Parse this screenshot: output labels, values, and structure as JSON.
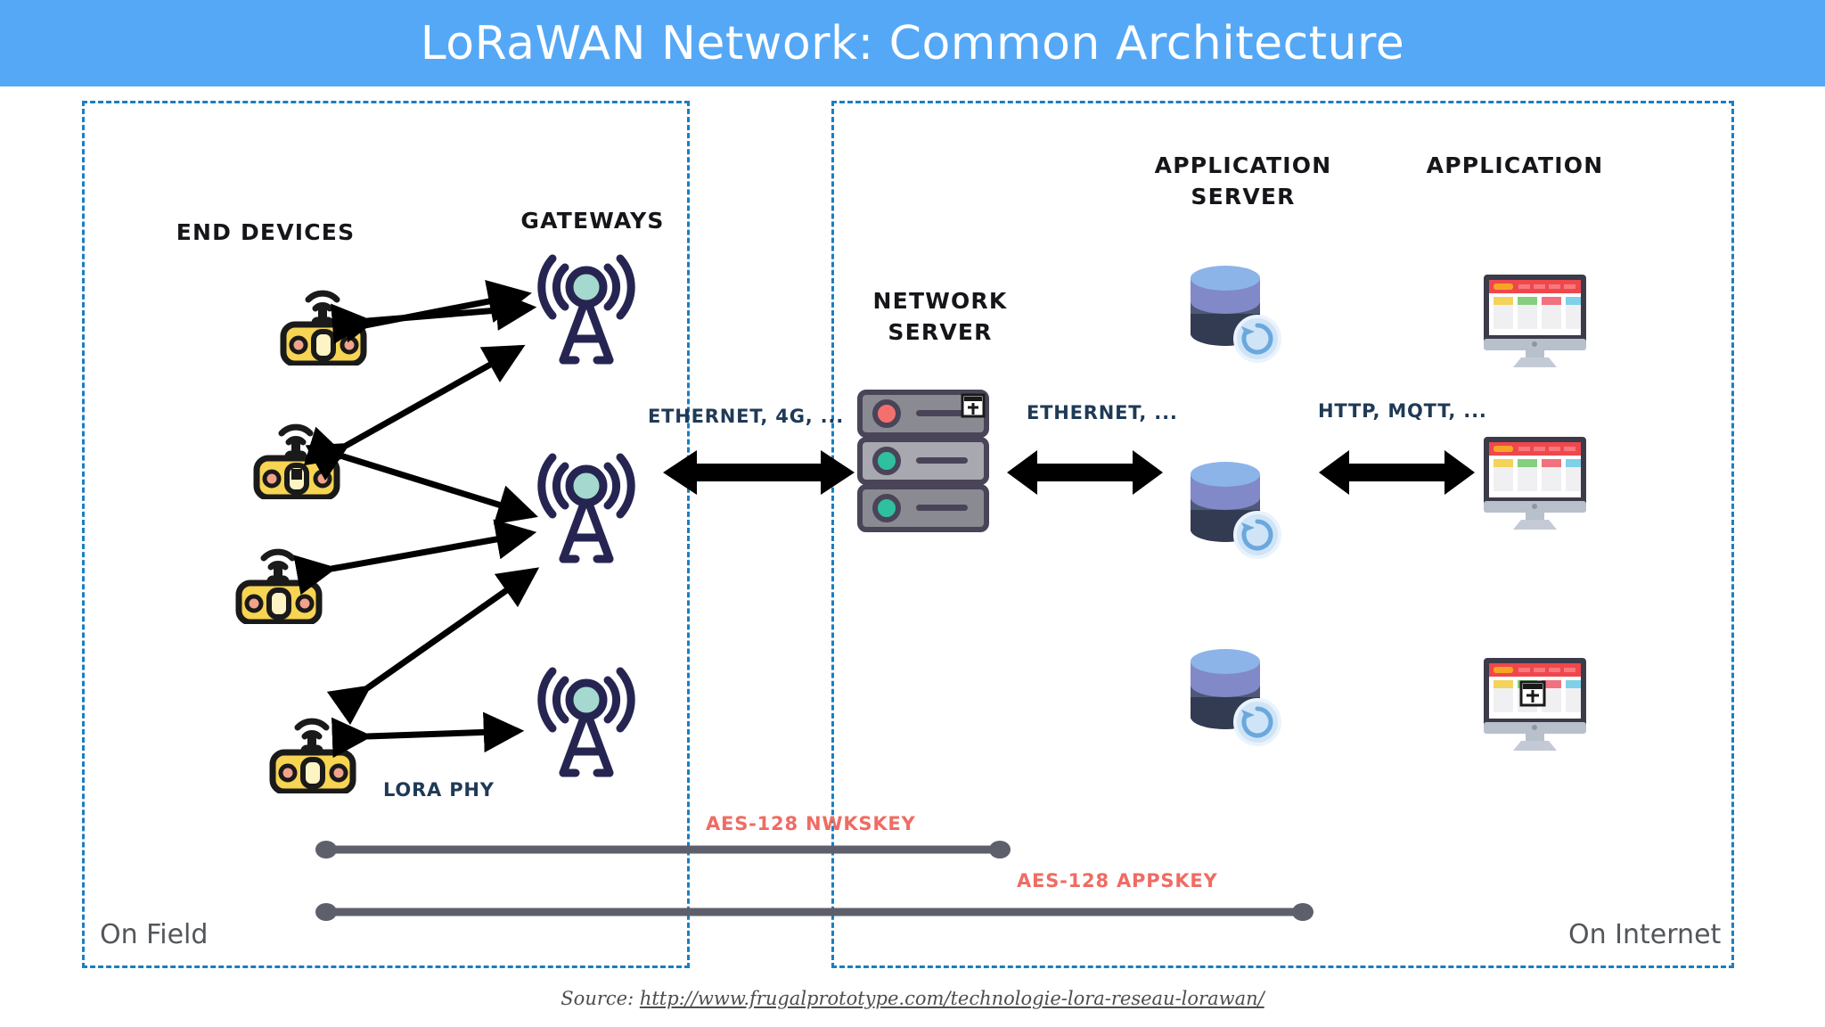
{
  "banner": {
    "title": "LoRaWAN Network: Common Architecture",
    "bg": "#55a8f6",
    "fg": "#ffffff"
  },
  "zones": {
    "field": {
      "label": "On Field",
      "border_color": "#1a7fc1"
    },
    "internet": {
      "label": "On Internet",
      "border_color": "#1a7fc1"
    }
  },
  "headings": {
    "end_devices": "END DEVICES",
    "gateways": "GATEWAYS",
    "network_server": "NETWORK\nSERVER",
    "network_server_l1": "NETWORK",
    "network_server_l2": "SERVER",
    "application_server_l1": "APPLICATION",
    "application_server_l2": "SERVER",
    "application": "APPLICATION"
  },
  "links": {
    "lora_phy": "LORA PHY",
    "ethernet_4g": "ETHERNET, 4G, ...",
    "ethernet": "ETHERNET, ...",
    "http_mqtt": "HTTP, MQTT, ...",
    "link_color": "#1f3a56"
  },
  "security": {
    "nwkskey": "AES-128 NWKSKEY",
    "appskey": "AES-128 APPSKEY",
    "key_color": "#ef6c63",
    "rail_color": "#5d5f6b"
  },
  "icons": {
    "end_device": "end-device-icon",
    "gateway": "gateway-antenna-icon",
    "server_rack": "server-rack-icon",
    "database": "database-cylinder-icon",
    "monitor": "desktop-monitor-icon",
    "arrow": "double-arrow-icon"
  },
  "palette": {
    "device_body": "#f7d452",
    "device_outline": "#1a1a1a",
    "tower": "#262552",
    "tower_dish": "#a5d9cf",
    "server_body": "#8a8a93",
    "server_outline": "#4a4458",
    "led_red": "#f4706e",
    "led_teal": "#2fc0a0",
    "db_top": "#8cb4e8",
    "db_mid": "#8189c9",
    "db_low": "#4e5878",
    "db_bottom": "#333b52",
    "monitor_frame": "#3b3b4a",
    "monitor_stand": "#b8c0cc",
    "monitor_header": "#f0474d",
    "arrow_color": "#000000"
  },
  "source": {
    "prefix": "Source:",
    "url": "http://www.frugalprototype.com/technologie-lora-reseau-lorawan/"
  }
}
